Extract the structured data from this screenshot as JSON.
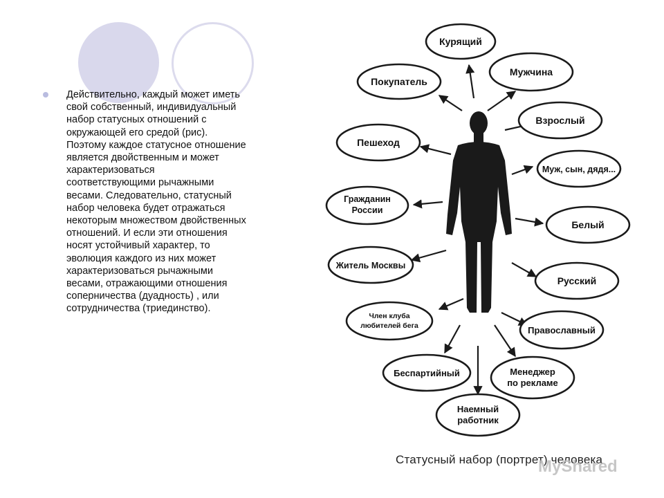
{
  "slide": {
    "paragraph": "Действительно, каждый может иметь свой собственный, индивидуальный набор статусных отношений с окружающей его средой (рис). Поэтому каждое статусное отношение является двойственным и может характеризоваться соответствующими рычажными весами. Следовательно, статусный набор человека будет отражаться некоторым множеством двойственных отношений. И если эти отношения носят устойчивый характер, то эволюция каждого из них может характеризоваться рычажными весами, отражающими отношения соперничества (дуадность) , или сотрудничества (триединство)."
  },
  "diagram": {
    "caption": "Статусный набор (портрет) человека",
    "statuses": {
      "smoker": "Курящий",
      "buyer": "Покупатель",
      "man": "Мужчина",
      "adult": "Взрослый",
      "pedestrian": "Пешеход",
      "husband": "Муж, сын, дядя...",
      "citizen_1": "Гражданин",
      "citizen_2": "России",
      "white": "Белый",
      "moscow": "Житель Москвы",
      "russian": "Русский",
      "club_1": "Член клуба",
      "club_2": "любителей бега",
      "orthodox": "Православный",
      "nonparty": "Беспартийный",
      "manager_1": "Менеджер",
      "manager_2": "по рекламе",
      "employee_1": "Наемный",
      "employee_2": "работник"
    }
  },
  "watermark": "MyShared"
}
